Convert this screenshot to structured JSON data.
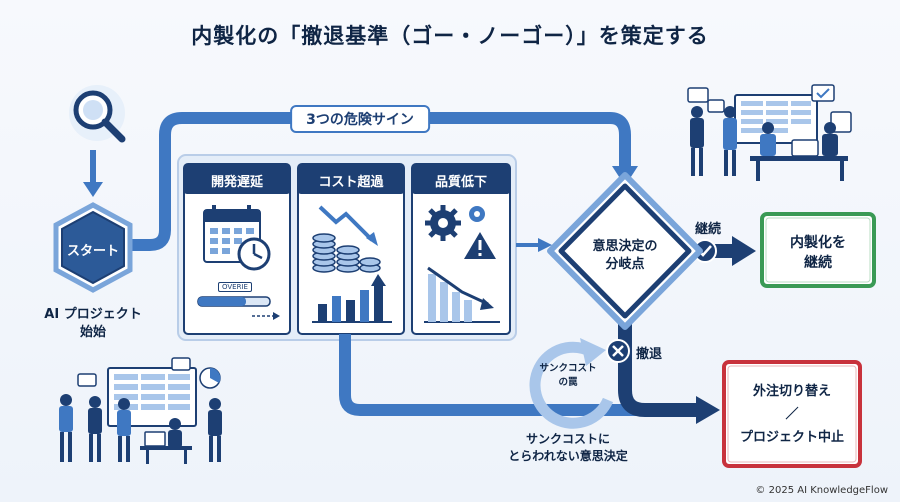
{
  "title": "内製化の「撤退基準（ゴー・ノーゴー）」を策定する",
  "signs_banner": "3つの危険サイン",
  "start": {
    "label": "スタート",
    "caption_line1": "AI プロジェクト",
    "caption_line2": "始始"
  },
  "panels": [
    {
      "label": "開発遅延",
      "overdue_tag": "OVERIE"
    },
    {
      "label": "コスト超過"
    },
    {
      "label": "品質低下"
    }
  ],
  "decision": {
    "line1": "意思決定の",
    "line2": "分岐点"
  },
  "go": {
    "branch_label": "継続",
    "box_line1": "内製化を",
    "box_line2": "継続"
  },
  "nogo": {
    "branch_label": "撤退",
    "box_line1": "外注切り替え",
    "box_line2": "／",
    "box_line3": "プロジェクト中止"
  },
  "sunk": {
    "trap_line1": "サンクコスト",
    "trap_line2": "の罠",
    "bottom_line1": "サンクコストに",
    "bottom_line2": "とらわれない意思決定"
  },
  "footer": "© 2025 AI KnowledgeFlow",
  "colors": {
    "navy": "#1d3f73",
    "mid_blue": "#3f78c2",
    "light_blue": "#dbe7f6",
    "go_green": "#3a9a55",
    "nogo_red": "#c8323c"
  },
  "icons": [
    "magnifier-icon",
    "calendar-icon",
    "clock-icon",
    "coins-icon",
    "down-trend-icon",
    "up-bars-icon",
    "gears-icon",
    "warning-icon",
    "check-icon",
    "cross-icon"
  ]
}
